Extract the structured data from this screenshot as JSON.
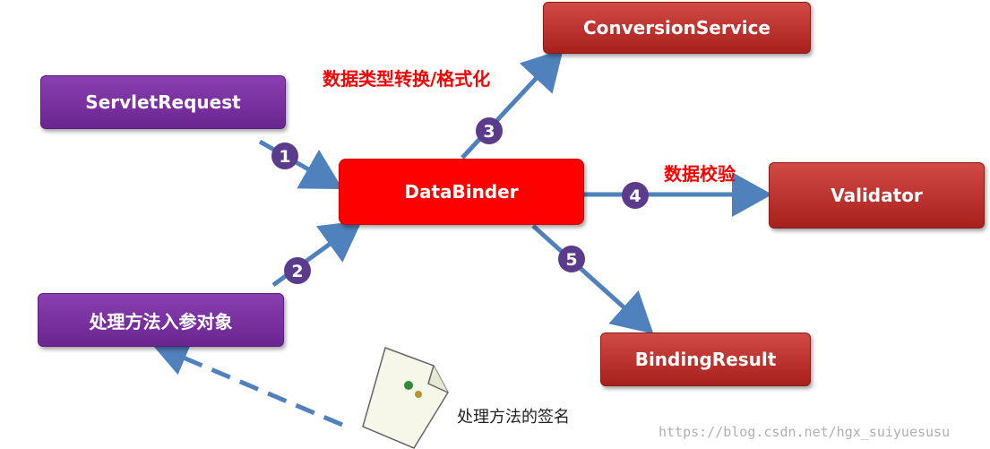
{
  "nodes": {
    "servlet_request": "ServletRequest",
    "method_params": "处理方法入参对象",
    "data_binder": "DataBinder",
    "conversion_service": "ConversionService",
    "validator": "Validator",
    "binding_result": "BindingResult"
  },
  "labels": {
    "conversion": "数据类型转换/格式化",
    "validation": "数据校验",
    "signature": "处理方法的签名"
  },
  "steps": [
    "1",
    "2",
    "3",
    "4",
    "5"
  ],
  "watermark": "https://blog.csdn.net/hgx_suiyuesusu",
  "colors": {
    "purple": "#7030a0",
    "red_box": "#c0302c",
    "data_binder": "#ff0000",
    "arrow": "#4f81bd",
    "step_circle": "#5b3b8c"
  }
}
